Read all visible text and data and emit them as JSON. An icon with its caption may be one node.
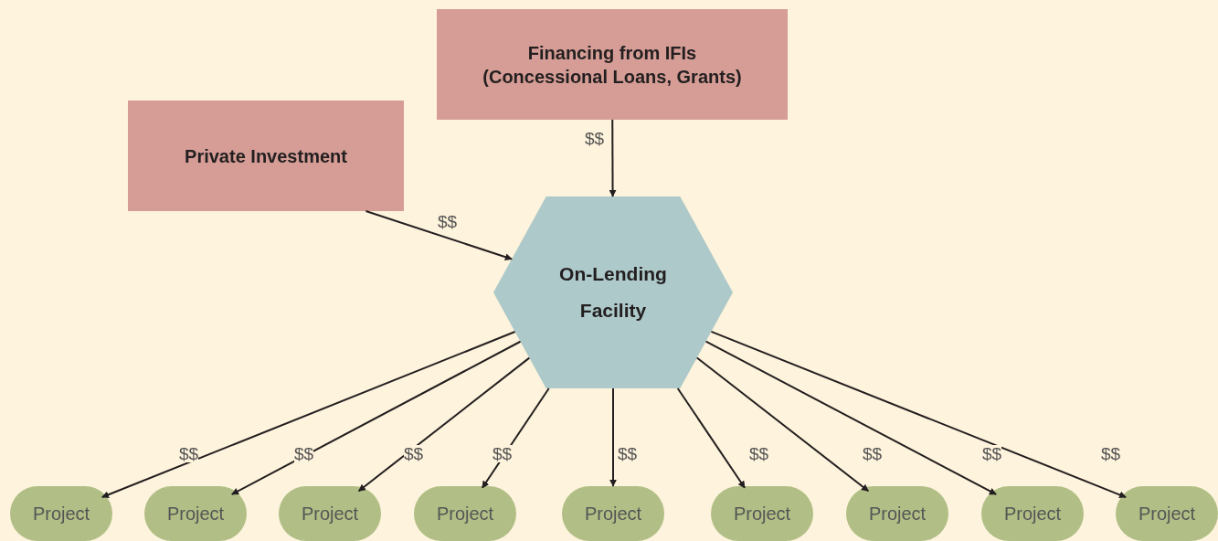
{
  "diagram": {
    "nodes": [
      {
        "text": [
          "Financing from IFIs (Concessional Loans, Grants)"
        ]
      },
      {
        "text": [
          "Private Investment"
        ]
      },
      {
        "text": [
          "On-Lending Facility"
        ]
      },
      {
        "text": [
          "Project"
        ]
      },
      {
        "text": [
          "Project"
        ]
      },
      {
        "text": [
          "Project"
        ]
      },
      {
        "text": [
          "Project"
        ]
      },
      {
        "text": [
          "Project"
        ]
      },
      {
        "text": [
          "Project"
        ]
      },
      {
        "text": [
          "Project"
        ]
      },
      {
        "text": [
          "Project"
        ]
      },
      {
        "text": [
          "Project"
        ]
      }
    ],
    "edges": [
      {
        "from": 0,
        "to": 2,
        "arrow": "to",
        "label": "$$"
      },
      {
        "from": 1,
        "to": 2,
        "arrow": "to",
        "label": "$$"
      },
      {
        "from": 2,
        "to": 3,
        "arrow": "to",
        "label": "$$"
      },
      {
        "from": 2,
        "to": 4,
        "arrow": "to",
        "label": "$$"
      },
      {
        "from": 2,
        "to": 5,
        "arrow": "to",
        "label": "$$"
      },
      {
        "from": 2,
        "to": 6,
        "arrow": "to",
        "label": "$$"
      },
      {
        "from": 2,
        "to": 7,
        "arrow": "to",
        "label": "$$"
      },
      {
        "from": 2,
        "to": 8,
        "arrow": "to",
        "label": "$$"
      },
      {
        "from": 2,
        "to": 9,
        "arrow": "to",
        "label": "$$"
      },
      {
        "from": 2,
        "to": 10,
        "arrow": "to",
        "label": "$$"
      },
      {
        "from": 2,
        "to": 11,
        "arrow": "to",
        "label": "$$"
      }
    ]
  }
}
